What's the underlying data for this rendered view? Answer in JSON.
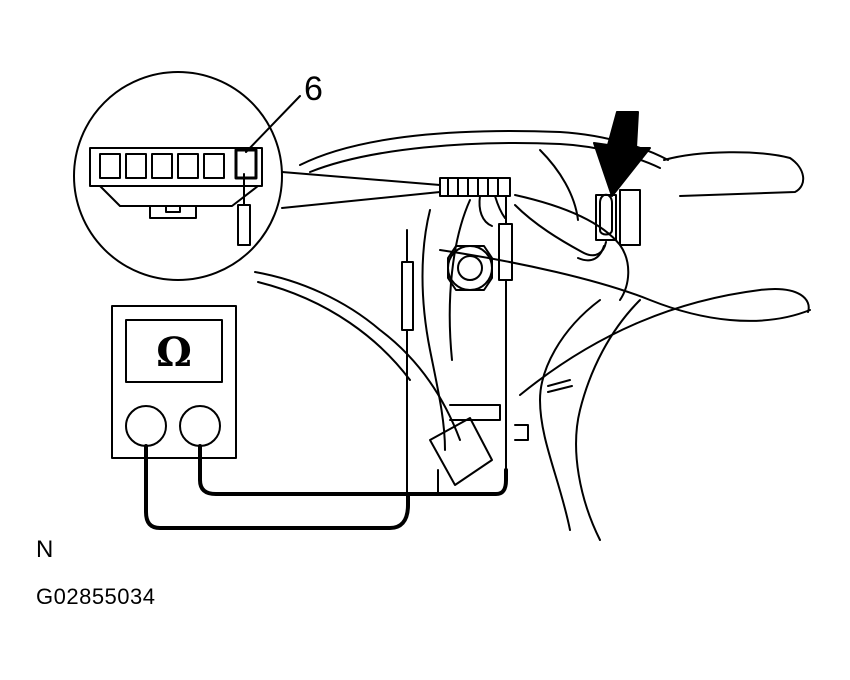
{
  "figure": {
    "callout_number": "6",
    "meter_symbol": "Ω",
    "orientation_mark": "N",
    "figure_id": "G02855034"
  },
  "icons": {
    "meter": "ohmmeter-icon",
    "pointer": "arrow-down-icon",
    "magnifier": "connector-detail-circle"
  }
}
